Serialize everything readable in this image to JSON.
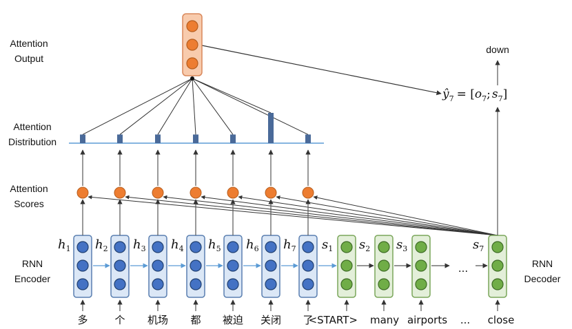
{
  "labels": {
    "attention_output": [
      "Attention",
      "Output"
    ],
    "attention_distribution": [
      "Attention",
      "Distribution"
    ],
    "attention_scores": [
      "Attention",
      "Scores"
    ],
    "rnn_encoder": [
      "RNN",
      "Encoder"
    ],
    "rnn_decoder": [
      "RNN",
      "Decoder"
    ]
  },
  "output_word": "down",
  "output_equation": {
    "lhs": "ŷ",
    "lhs_sub": "7",
    "eq": "= [",
    "o": "o",
    "o_sub": "7",
    "sep": ";",
    "s": "s",
    "s_sub": "7",
    "close": "]"
  },
  "encoder": {
    "tokens": [
      "多",
      "个",
      "机场",
      "都",
      "被迫",
      "关闭",
      "了"
    ],
    "hidden": [
      {
        "name": "h",
        "sub": "1"
      },
      {
        "name": "h",
        "sub": "2"
      },
      {
        "name": "h",
        "sub": "3"
      },
      {
        "name": "h",
        "sub": "4"
      },
      {
        "name": "h",
        "sub": "5"
      },
      {
        "name": "h",
        "sub": "6"
      },
      {
        "name": "h",
        "sub": "7"
      }
    ]
  },
  "attention_weights": [
    0.12,
    0.12,
    0.12,
    0.12,
    0.12,
    0.42,
    0.12
  ],
  "decoder": {
    "tokens": [
      "<START>",
      "many",
      "airports",
      "...",
      "close"
    ],
    "hidden": [
      {
        "name": "s",
        "sub": "1"
      },
      {
        "name": "s",
        "sub": "2"
      },
      {
        "name": "s",
        "sub": "3"
      },
      {
        "name": "s",
        "sub": "7"
      }
    ],
    "ellipsis": "..."
  },
  "colors": {
    "encoder_fill": "#dbe7f6",
    "encoder_stroke": "#5a7fb0",
    "encoder_dot": "#4472c4",
    "decoder_fill": "#e3efd9",
    "decoder_stroke": "#7aa65a",
    "decoder_dot": "#70ad47",
    "output_fill": "#f8cbad",
    "output_stroke": "#d9875a",
    "output_dot": "#ed7d31",
    "score_dot": "#ed7d31",
    "bar": "#4a6a99",
    "axis": "#5b9bd5",
    "arrow": "#555555"
  }
}
